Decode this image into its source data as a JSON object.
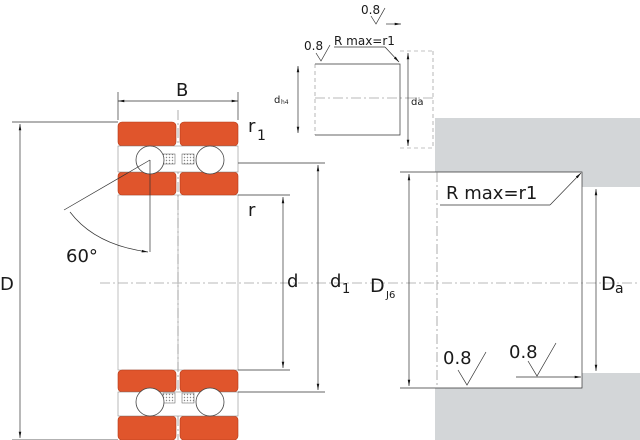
{
  "colors": {
    "ring": "#e0552c",
    "housing": "#d3d6d8"
  },
  "bearing": {
    "width_label": "B",
    "outer_diameter_label": "D",
    "bore_label": "d",
    "inner_ring_diameter_label": "d",
    "inner_ring_sub": "1",
    "chamfer_outer_label": "r",
    "chamfer_outer_sub": "1",
    "chamfer_inner_label": "r",
    "contact_angle_label": "60°"
  },
  "shaft": {
    "diameter_label": "d",
    "diameter_sub": "h4",
    "shoulder_label": "da",
    "roughness_1": "0.8",
    "roughness_2": "0.8",
    "radius_note": "R max=r1"
  },
  "housing": {
    "bore_label": "D",
    "bore_sub": "J6",
    "shoulder_label": "D",
    "shoulder_sub": "a",
    "radius_note": "R max=r1",
    "roughness_1": "0.8",
    "roughness_2": "0.8"
  }
}
